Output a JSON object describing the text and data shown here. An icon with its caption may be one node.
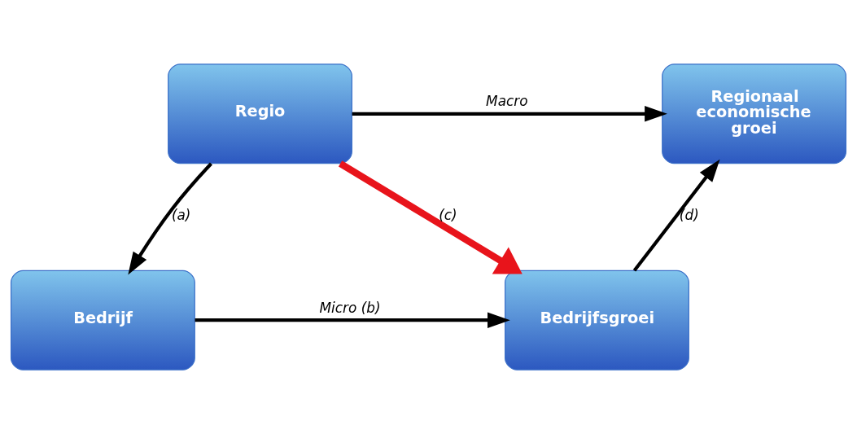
{
  "diagram": {
    "nodes": [
      {
        "text": [
          "Regio"
        ]
      },
      {
        "text": [
          "Regionaal economische groei"
        ]
      },
      {
        "text": [
          "Bedrijf"
        ]
      },
      {
        "text": [
          "Bedrijfsgroei"
        ]
      }
    ],
    "edges": [
      {
        "from": 0,
        "to": 1,
        "arrow": "to",
        "label": "Macro"
      },
      {
        "from": 0,
        "to": 2,
        "arrow": "to",
        "label": "(a)"
      },
      {
        "from": 0,
        "to": 3,
        "arrow": "to",
        "label": "(c)",
        "style": "thick",
        "color": "#e8141b"
      },
      {
        "from": 2,
        "to": 3,
        "arrow": "to",
        "label": "Micro (b)"
      },
      {
        "from": 3,
        "to": 1,
        "arrow": "to",
        "label": "(d)"
      }
    ]
  }
}
